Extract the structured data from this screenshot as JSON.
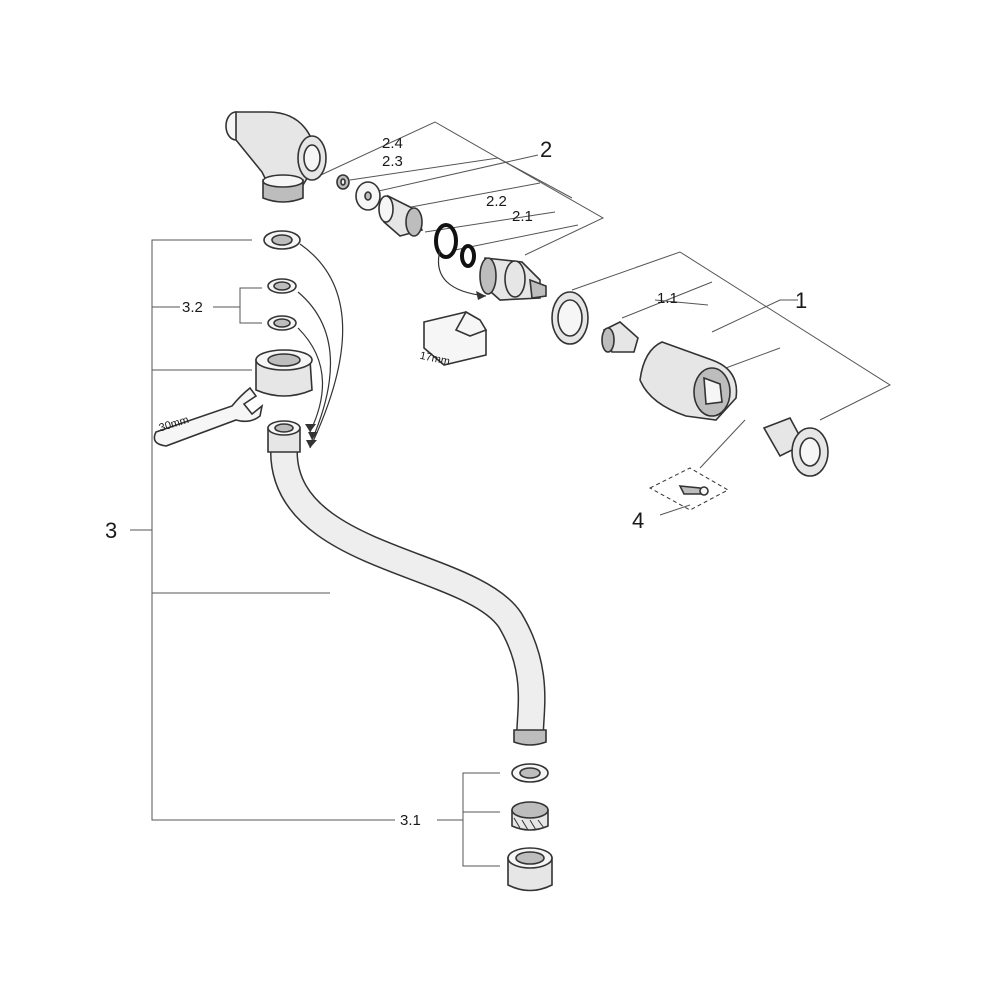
{
  "labels": {
    "part_1": "1",
    "part_1_1": "1.1",
    "part_2": "2",
    "part_2_1": "2.1",
    "part_2_2": "2.2",
    "part_2_3": "2.3",
    "part_2_4": "2.4",
    "part_3": "3",
    "part_3_1": "3.1",
    "part_3_2": "3.2",
    "part_4": "4",
    "wrench_size_30": "30mm",
    "wrench_size_17": "17mm"
  }
}
